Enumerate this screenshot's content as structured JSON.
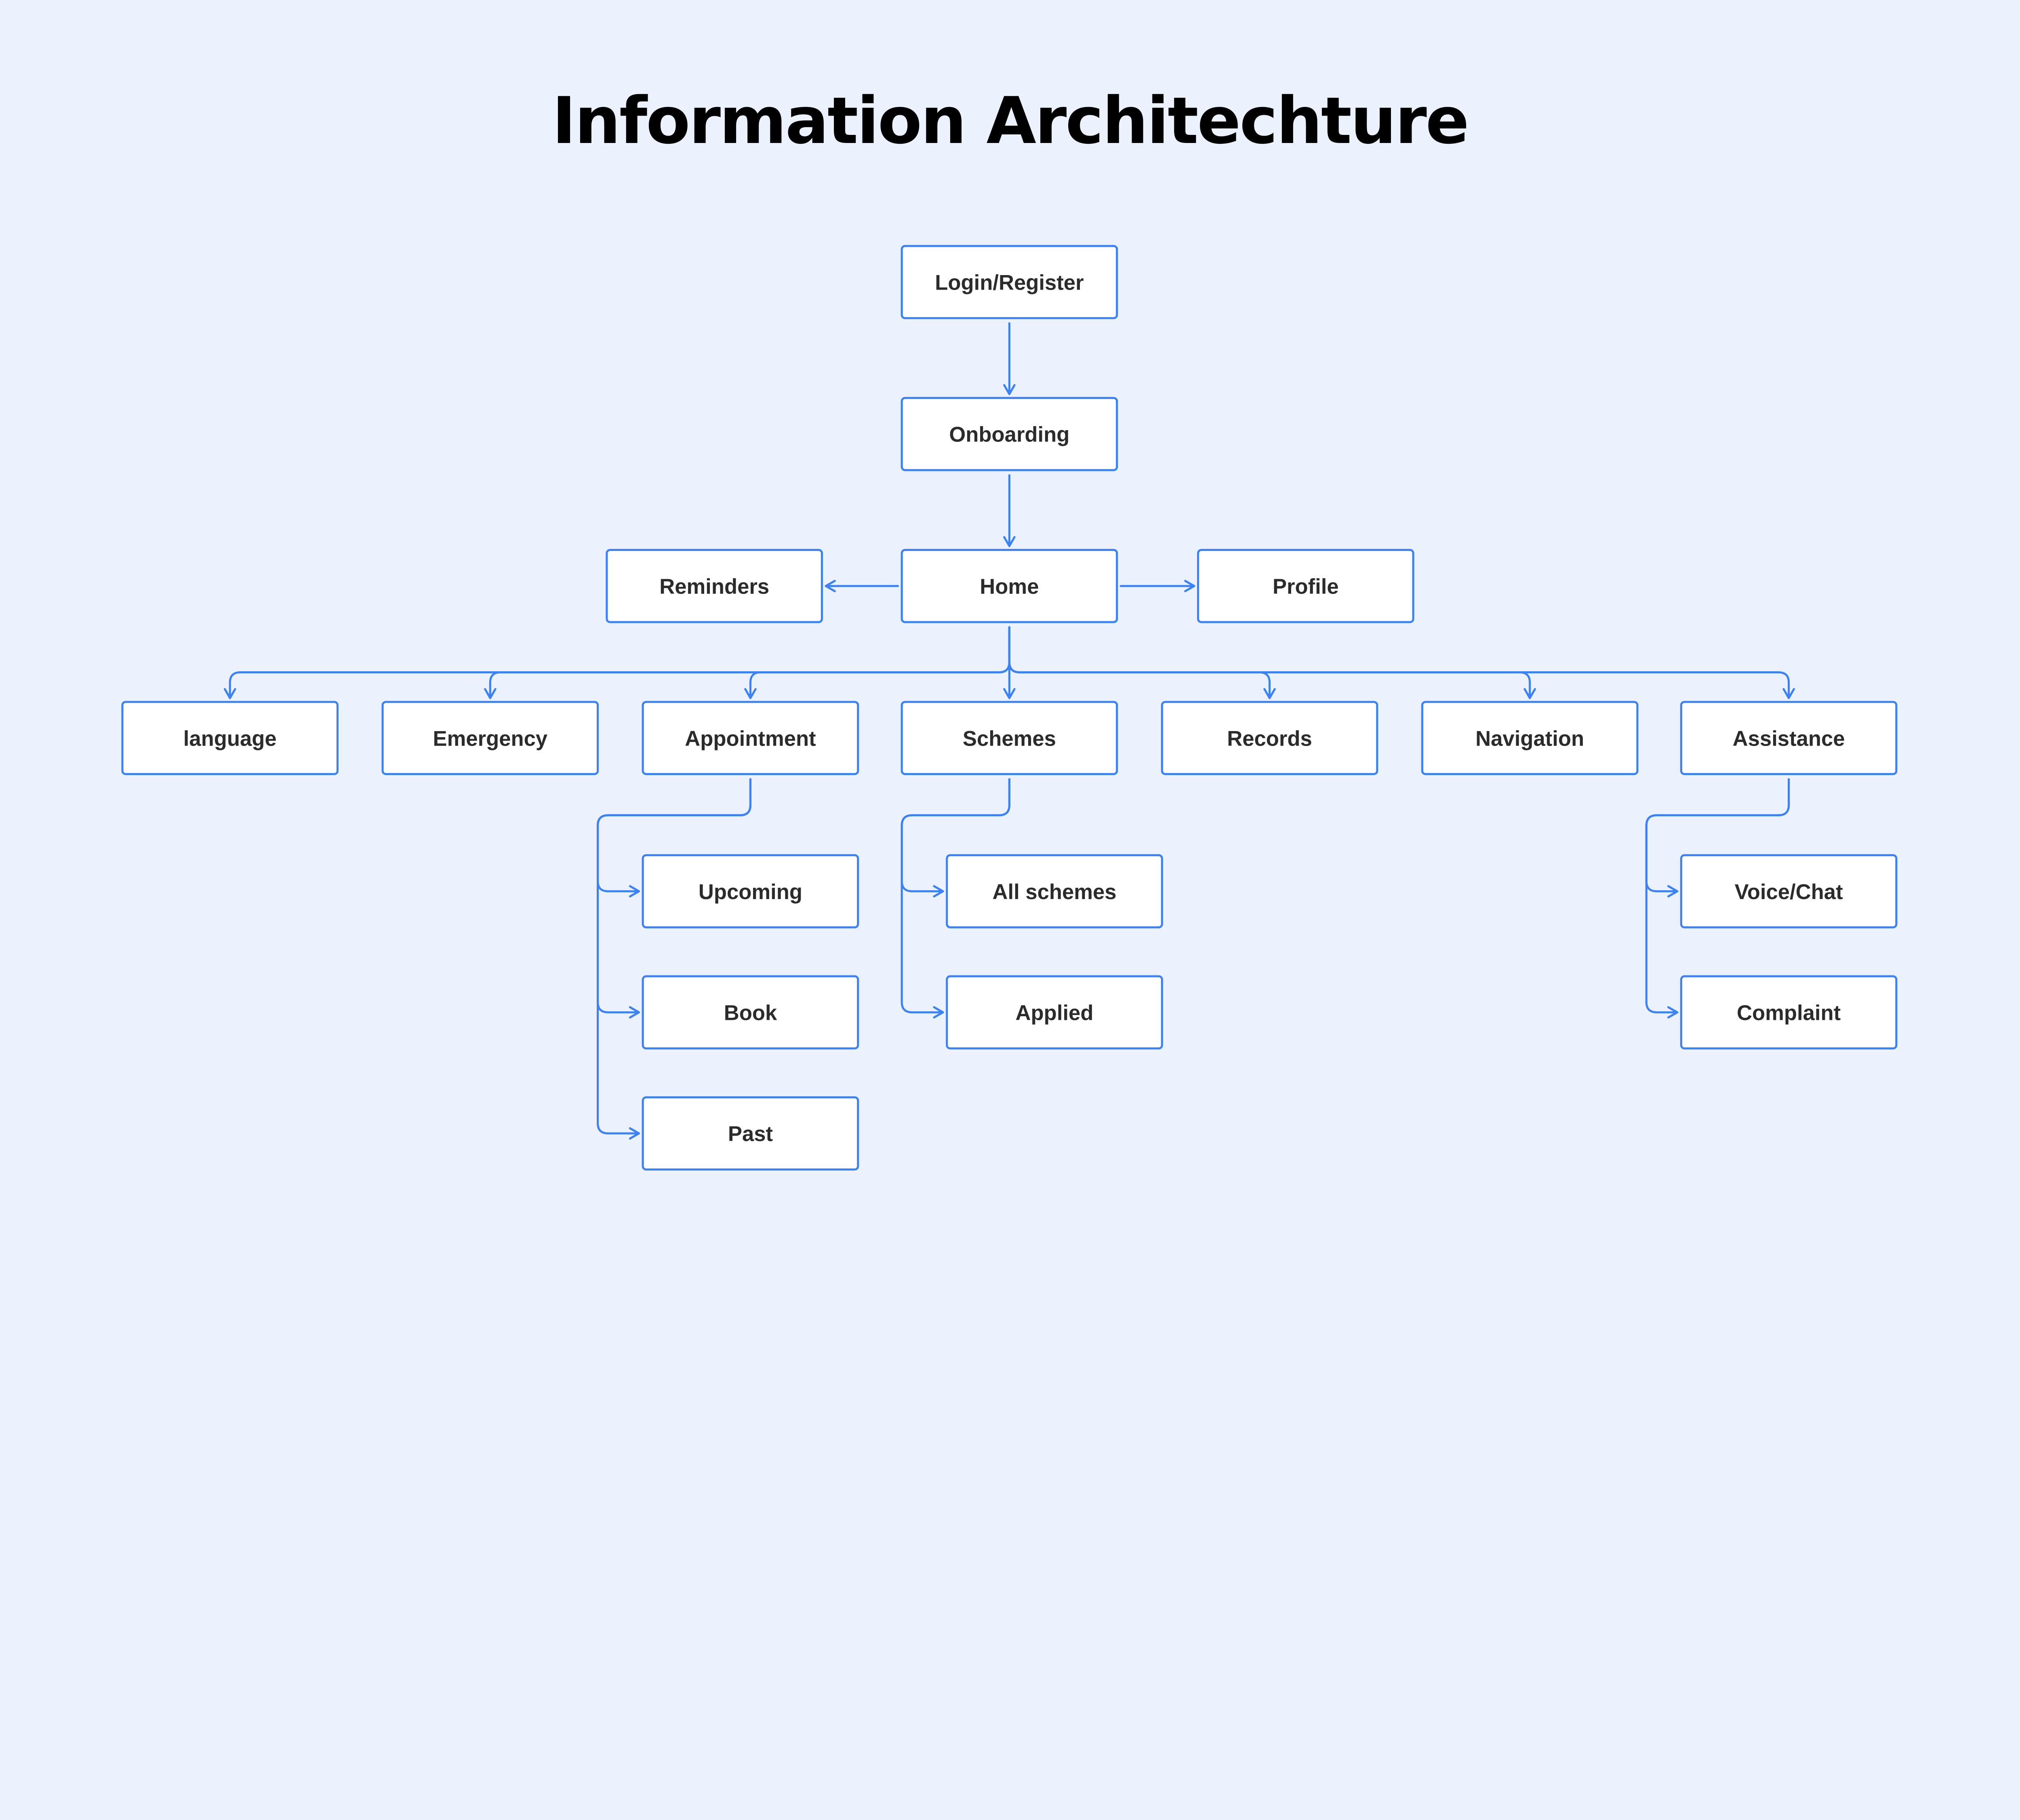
{
  "title": "Information Architechture",
  "colors": {
    "background": "#ebf2fe",
    "accent": "#3b82f6",
    "box_fill": "#ffffff",
    "text": "#2b2b2b"
  },
  "nodes": [
    {
      "id": "login",
      "label": "Login/Register"
    },
    {
      "id": "onboarding",
      "label": "Onboarding"
    },
    {
      "id": "home",
      "label": "Home"
    },
    {
      "id": "reminders",
      "label": "Reminders"
    },
    {
      "id": "profile",
      "label": "Profile"
    },
    {
      "id": "language",
      "label": "language"
    },
    {
      "id": "emergency",
      "label": "Emergency"
    },
    {
      "id": "appointment",
      "label": "Appointment"
    },
    {
      "id": "schemes",
      "label": "Schemes"
    },
    {
      "id": "records",
      "label": "Records"
    },
    {
      "id": "navigation",
      "label": "Navigation"
    },
    {
      "id": "assistance",
      "label": "Assistance"
    },
    {
      "id": "upcoming",
      "label": "Upcoming"
    },
    {
      "id": "book",
      "label": "Book"
    },
    {
      "id": "past",
      "label": "Past"
    },
    {
      "id": "allschemes",
      "label": "All schemes"
    },
    {
      "id": "applied",
      "label": "Applied"
    },
    {
      "id": "voicechat",
      "label": "Voice/Chat"
    },
    {
      "id": "complaint",
      "label": "Complaint"
    }
  ],
  "edges": [
    [
      "login",
      "onboarding"
    ],
    [
      "onboarding",
      "home"
    ],
    [
      "home",
      "reminders"
    ],
    [
      "home",
      "profile"
    ],
    [
      "home",
      "language"
    ],
    [
      "home",
      "emergency"
    ],
    [
      "home",
      "appointment"
    ],
    [
      "home",
      "schemes"
    ],
    [
      "home",
      "records"
    ],
    [
      "home",
      "navigation"
    ],
    [
      "home",
      "assistance"
    ],
    [
      "appointment",
      "upcoming"
    ],
    [
      "appointment",
      "book"
    ],
    [
      "appointment",
      "past"
    ],
    [
      "schemes",
      "allschemes"
    ],
    [
      "schemes",
      "applied"
    ],
    [
      "assistance",
      "voicechat"
    ],
    [
      "assistance",
      "complaint"
    ]
  ]
}
